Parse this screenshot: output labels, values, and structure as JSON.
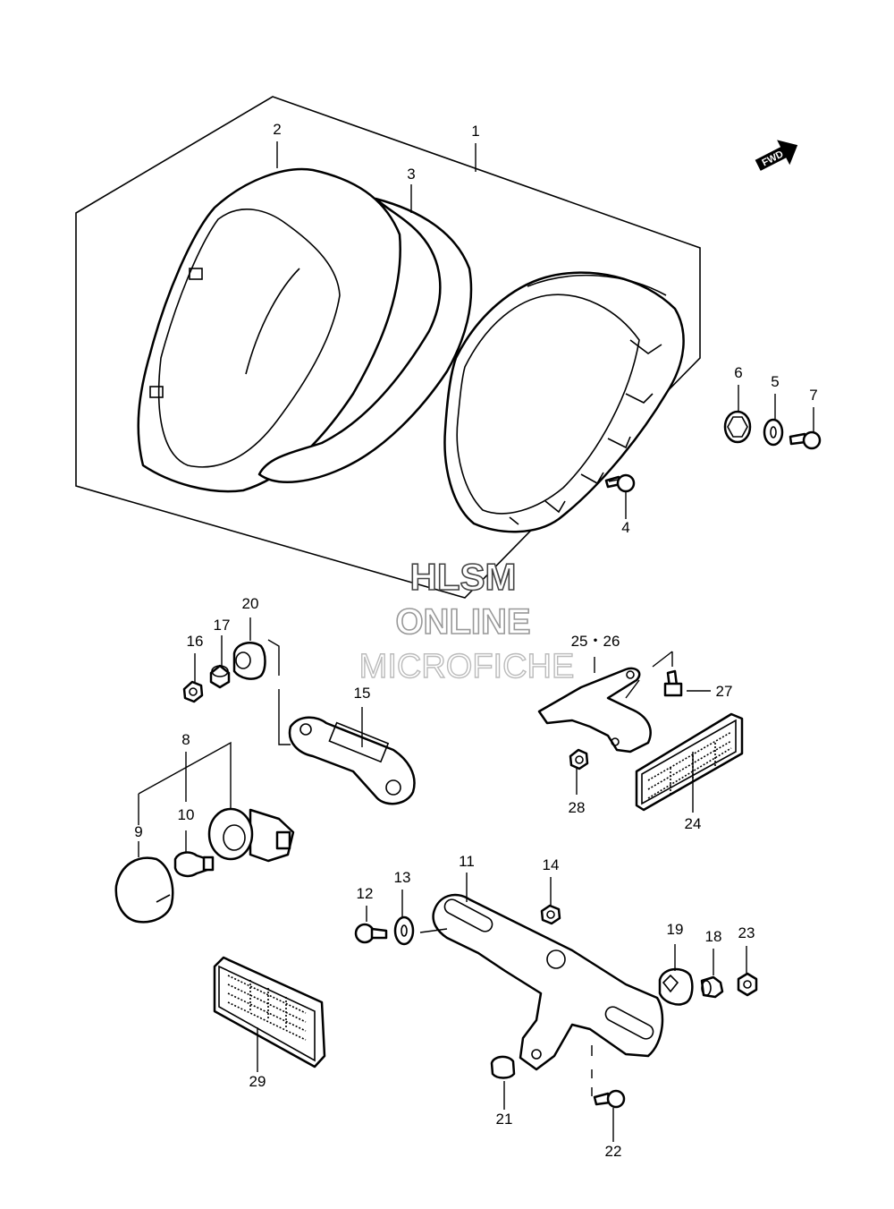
{
  "callouts": {
    "c1": "1",
    "c2": "2",
    "c3": "3",
    "c4": "4",
    "c5": "5",
    "c6": "6",
    "c7": "7",
    "c8": "8",
    "c9": "9",
    "c10": "10",
    "c11": "11",
    "c12": "12",
    "c13": "13",
    "c14": "14",
    "c15": "15",
    "c16": "16",
    "c17": "17",
    "c18": "18",
    "c19": "19",
    "c20": "20",
    "c21": "21",
    "c22": "22",
    "c23": "23",
    "c24": "24",
    "c25_26": "25・26",
    "c27": "27",
    "c28": "28",
    "c29": "29"
  },
  "direction_arrow": {
    "label": "FWD",
    "icon": "forward-arrow-icon"
  },
  "watermark": {
    "line1": "HLSM",
    "line2": "ONLINE",
    "line3": "MICROFICHE"
  }
}
